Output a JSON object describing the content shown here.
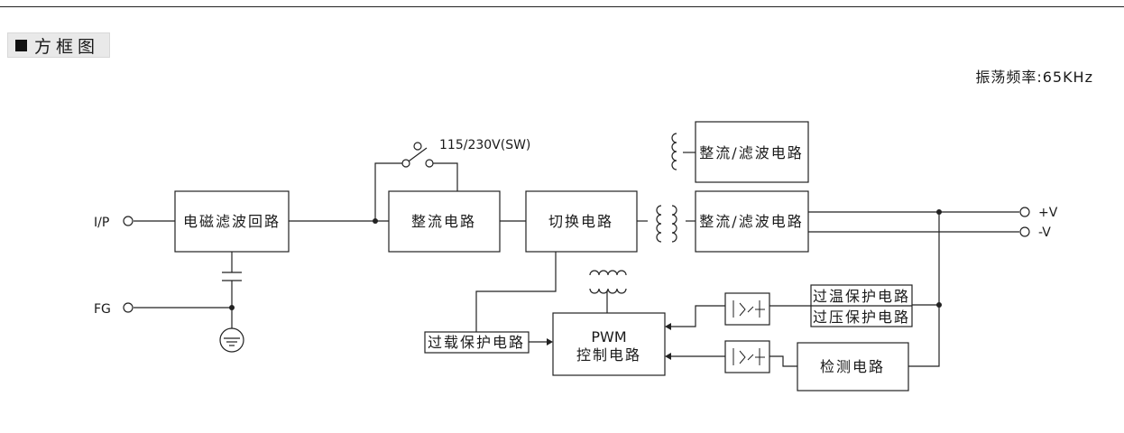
{
  "section": {
    "title": "方框图"
  },
  "oscillation": {
    "label": "振荡频率:65KHz"
  },
  "blocks": {
    "emi_filter": "电磁滤波回路",
    "rectifier": "整流电路",
    "switching": "切换电路",
    "rect_filter_top": "整流/滤波电路",
    "rect_filter_main": "整流/滤波电路",
    "overload": "过载保护电路",
    "pwm_line1": "PWM",
    "pwm_line2": "控制电路",
    "over_temp": "过温保护电路",
    "over_voltage": "过压保护电路",
    "detection": "检测电路"
  },
  "terminals": {
    "ip": "I/P",
    "fg": "FG",
    "pos_v": "+V",
    "neg_v": "-V",
    "switch": "115/230V(SW)"
  }
}
